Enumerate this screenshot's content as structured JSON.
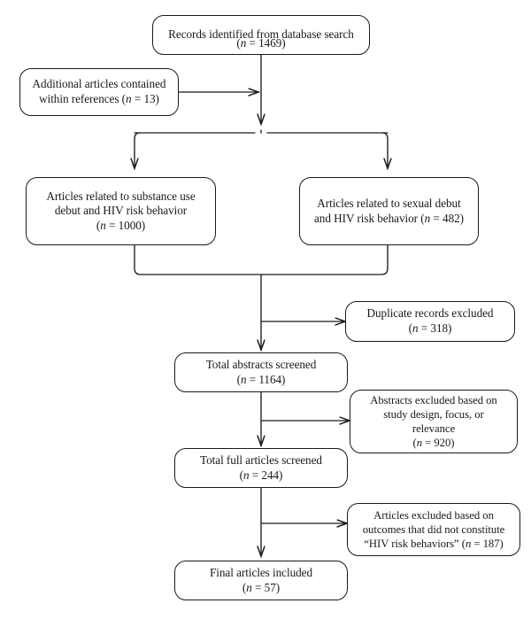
{
  "diagram": {
    "title": "PRISMA study selection flow diagram",
    "type": "flowchart",
    "stroke_color": "#1a1a1a",
    "background_color": "#ffffff",
    "nodes": {
      "records_identified": {
        "line1": "Records identified from database search",
        "line2": "(n = 1469)",
        "count": 1469
      },
      "additional_articles": {
        "line1": "Additional articles contained",
        "line2": "within references (n = 13)",
        "count": 13
      },
      "substance_use": {
        "line1": "Articles related to substance use",
        "line2": "debut and HIV risk behavior",
        "line3": "(n = 1000)",
        "count": 1000
      },
      "sexual_debut": {
        "line1": "Articles related to sexual debut",
        "line2": "and HIV risk behavior (n = 482)",
        "count": 482
      },
      "duplicates_excluded": {
        "line1": "Duplicate records excluded",
        "line2": "(n = 318)",
        "count": 318
      },
      "abstracts_screened": {
        "line1": "Total abstracts screened",
        "line2": "(n = 1164)",
        "count": 1164
      },
      "abstracts_excluded": {
        "line1": "Abstracts excluded based on",
        "line2": "study design, focus, or",
        "line3": "relevance",
        "line4": "(n = 920)",
        "count": 920
      },
      "full_articles_screened": {
        "line1": "Total full articles screened",
        "line2": "(n = 244)",
        "count": 244
      },
      "articles_excluded": {
        "line1": "Articles excluded based on",
        "line2": "outcomes that did not constitute",
        "line3": "“HIV risk behaviors” (n = 187)",
        "count": 187
      },
      "final_included": {
        "line1": "Final articles included",
        "line2": "(n = 57)",
        "count": 57
      }
    }
  }
}
